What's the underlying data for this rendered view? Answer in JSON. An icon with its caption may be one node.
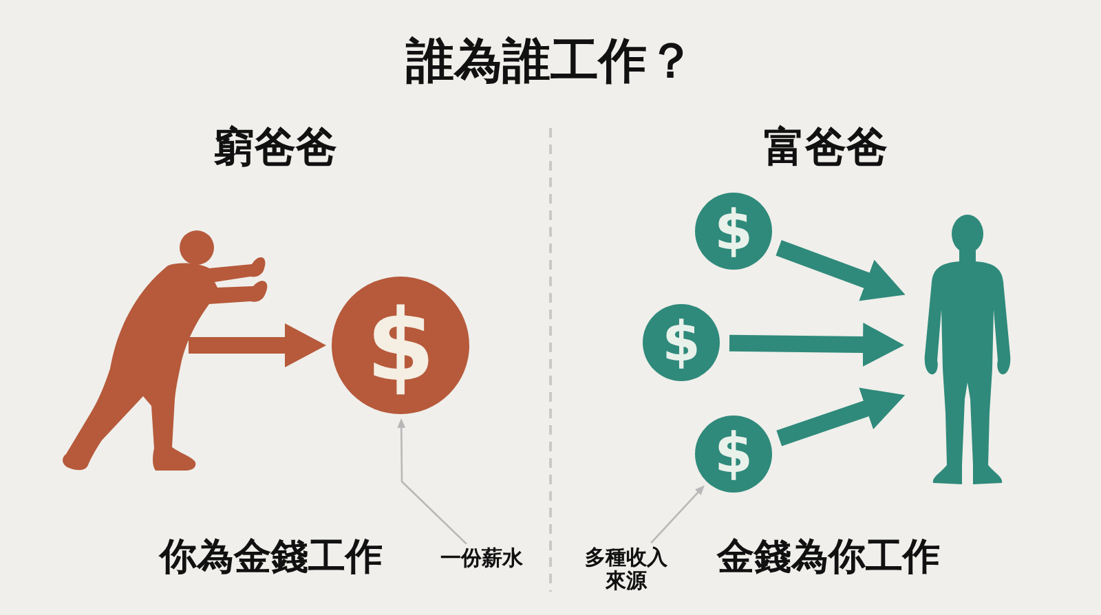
{
  "diagram": {
    "title": "誰為誰工作？",
    "nodes": [
      {
        "text": [],
        "shape": "person"
      },
      {
        "text": [
          "$"
        ]
      },
      {
        "text": [
          "一份薪水"
        ]
      },
      {
        "text": [
          "$"
        ]
      },
      {
        "text": [
          "$"
        ]
      },
      {
        "text": [
          "$"
        ]
      },
      {
        "text": [],
        "shape": "person"
      },
      {
        "text": [
          "多種收入來源"
        ]
      }
    ],
    "edges": [
      {
        "from": 0,
        "to": 1,
        "arrow": "to",
        "color": "#b65a3b"
      },
      {
        "from": 2,
        "to": 1,
        "arrow": "to",
        "color": "#b8b8b8"
      },
      {
        "from": 3,
        "to": 6,
        "arrow": "to",
        "color": "#2f8a7b"
      },
      {
        "from": 4,
        "to": 6,
        "arrow": "to",
        "color": "#2f8a7b"
      },
      {
        "from": 5,
        "to": 6,
        "arrow": "to",
        "color": "#2f8a7b"
      },
      {
        "from": 7,
        "to": 5,
        "arrow": "to",
        "color": "#b8b8b8"
      }
    ],
    "labels": [
      "窮爸爸",
      "富爸爸",
      "你為金錢工作",
      "金錢為你工作"
    ]
  }
}
